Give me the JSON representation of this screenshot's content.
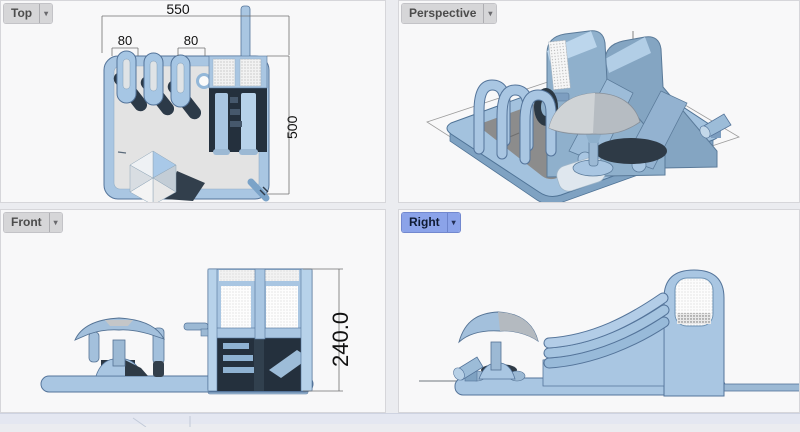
{
  "viewports": [
    {
      "id": "top",
      "label": "Top",
      "active": false
    },
    {
      "id": "perspective",
      "label": "Perspective",
      "active": false
    },
    {
      "id": "front",
      "label": "Front",
      "active": false
    },
    {
      "id": "right",
      "label": "Right",
      "active": true
    }
  ],
  "icons": {
    "dropdown": "▾"
  },
  "dimensions": {
    "top_view": {
      "overall_width": "550",
      "bay_left": "80",
      "bay_right": "80",
      "overall_depth": "500"
    },
    "front_view": {
      "overall_height": "240.0"
    }
  },
  "colors": {
    "viewport_bg": "#f8f8f9",
    "gap_bg": "#ebecf0",
    "bottom_bar_bg": "#e4e7f1",
    "label_bg": "#d6d6d8",
    "label_text": "#4c4c4c",
    "active_label_bg": "#8ba3e9",
    "active_label_text": "#0f1b33",
    "model_blue": "#a9c6e2",
    "model_blue_edge": "#54749a",
    "model_blue_light": "#b9d4ea",
    "floor_gray": "#8c8c8c",
    "shadow_dark": "#2c3844",
    "mesh_white": "#f2f2f2",
    "dimension_text": "#111111"
  }
}
